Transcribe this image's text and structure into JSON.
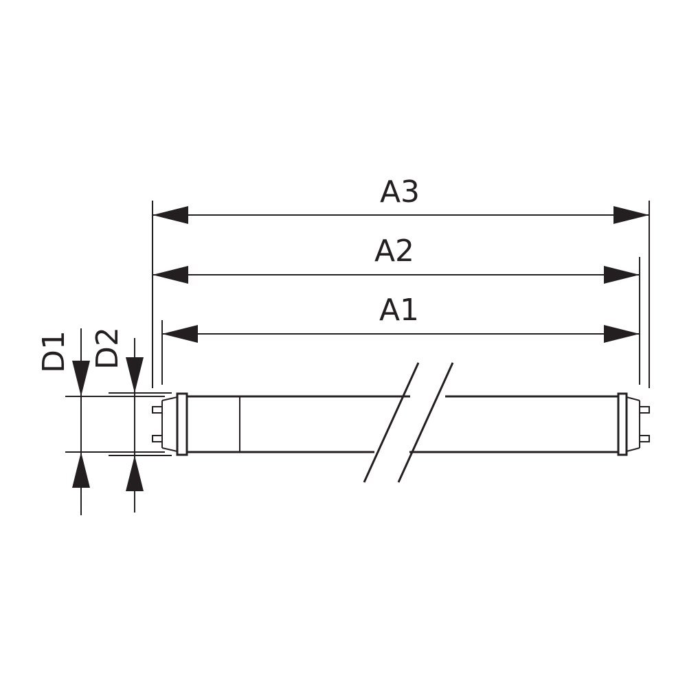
{
  "labels": {
    "a3": "A3",
    "a2": "A2",
    "a1": "A1",
    "d1": "D1",
    "d2": "D2"
  },
  "colors": {
    "stroke": "#231f20",
    "background": "#ffffff"
  }
}
